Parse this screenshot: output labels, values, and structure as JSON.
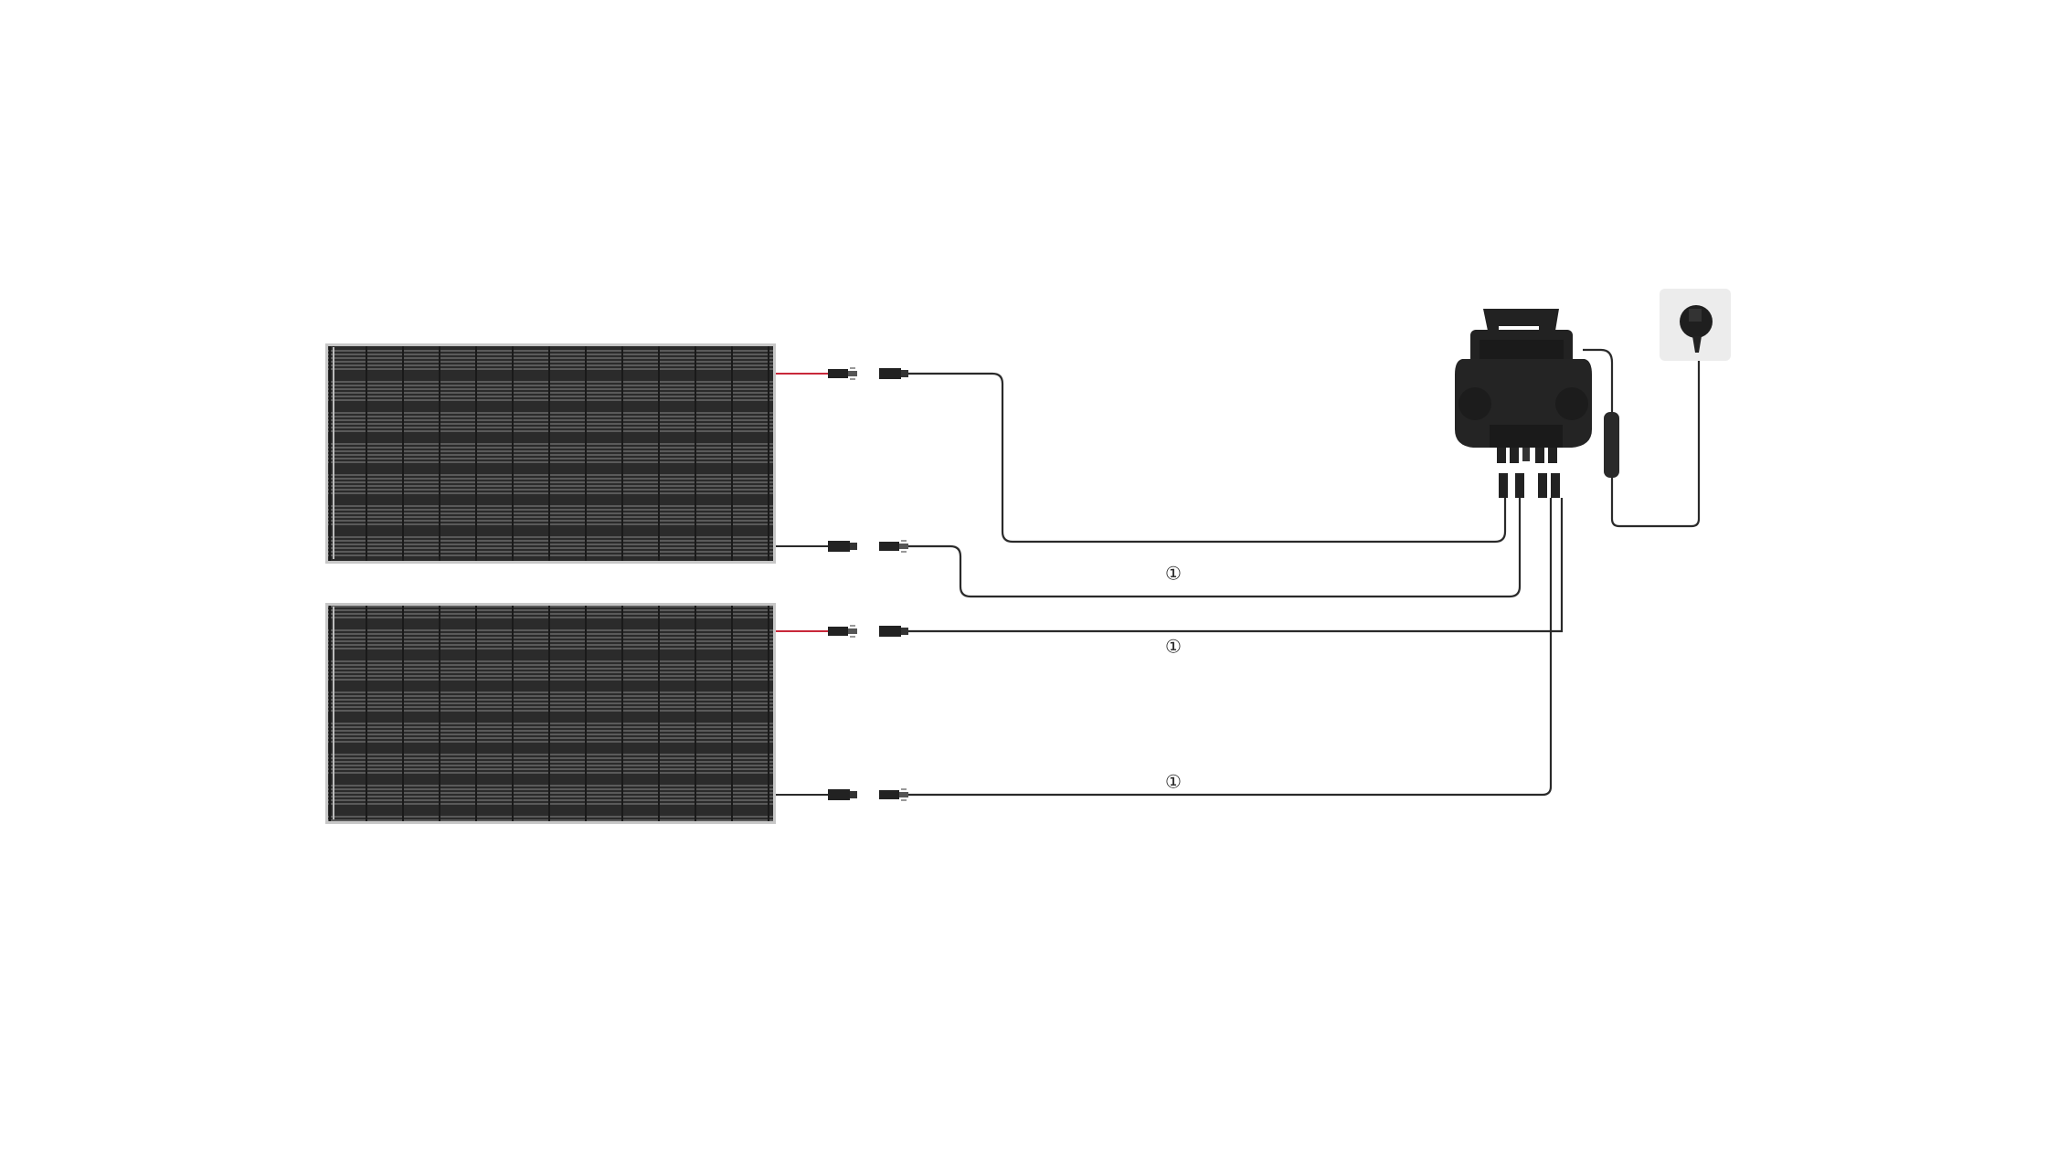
{
  "diagram": {
    "labels": [
      {
        "id": "cable-1",
        "text": "①"
      },
      {
        "id": "cable-2",
        "text": "①"
      },
      {
        "id": "cable-3",
        "text": "①"
      }
    ],
    "colors": {
      "panel": "#2b2b2b",
      "panel_frame": "#bdbdbd",
      "positive_wire": "#c8283a",
      "cable": "#2a2a2a",
      "inverter": "#1e1e1e",
      "outlet": "#ececec"
    },
    "icons": [
      "solar-panel-icon",
      "mc4-connector-icon",
      "microinverter-icon",
      "wall-outlet-icon",
      "plug-icon"
    ]
  }
}
